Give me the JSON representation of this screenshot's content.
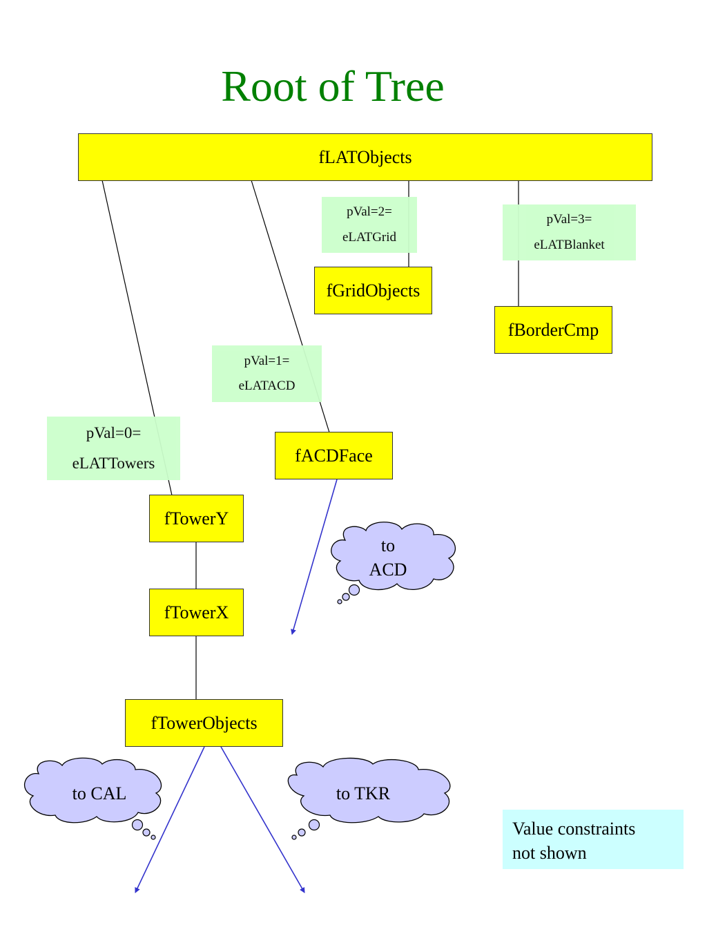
{
  "title": "Root of Tree",
  "colors": {
    "title": "#008000",
    "box_fill": "#ffff00",
    "label_fill": "#ccffcc",
    "cloud_fill": "#ccccff",
    "arrow": "#3333cc",
    "note_fill": "#ccffff"
  },
  "nodes": {
    "root": "fLATObjects",
    "grid": "fGridObjects",
    "border": "fBorderCmp",
    "acd_face": "fACDFace",
    "tower_y": "fTowerY",
    "tower_x": "fTowerX",
    "tower_objects": "fTowerObjects"
  },
  "edge_labels": {
    "grid": {
      "line1": "pVal=2=",
      "line2": "eLATGrid"
    },
    "blanket": {
      "line1": "pVal=3=",
      "line2": "eLATBlanket"
    },
    "acd": {
      "line1": "pVal=1=",
      "line2": "eLATACD"
    },
    "towers": {
      "line1": "pVal=0=",
      "line2": "eLATTowers"
    }
  },
  "clouds": {
    "acd": {
      "line1": "to",
      "line2": "ACD"
    },
    "cal": "to CAL",
    "tkr": "to TKR"
  },
  "note": {
    "line1": "Value constraints",
    "line2": "not shown"
  }
}
